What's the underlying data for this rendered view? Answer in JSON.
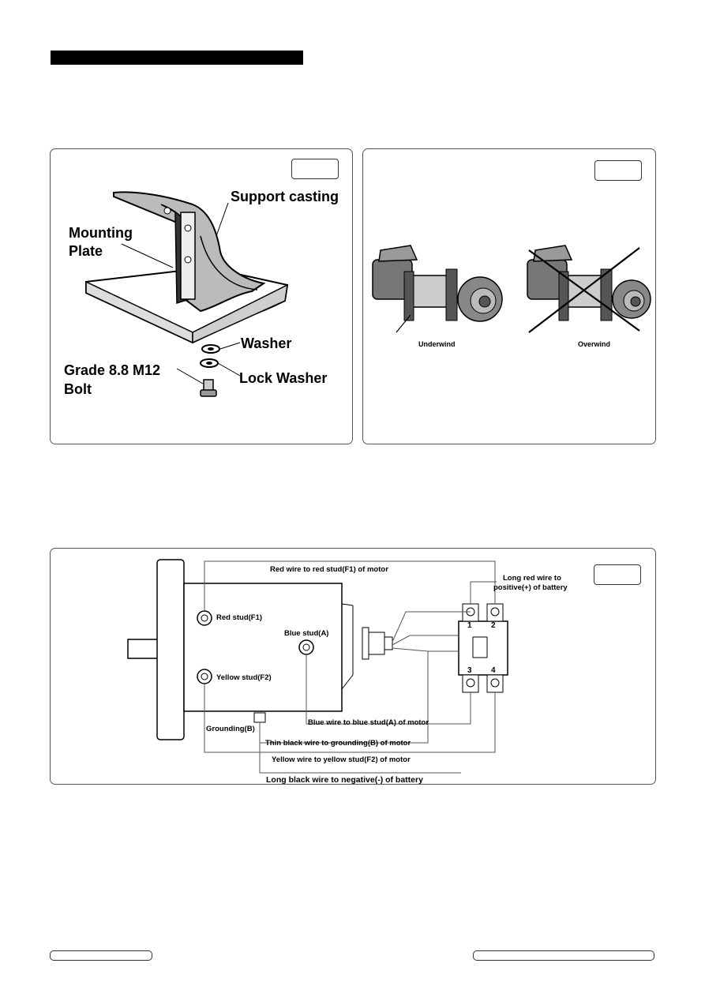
{
  "figure1": {
    "labels": {
      "support_casting": "Support casting",
      "mounting_plate_line1": "Mounting",
      "mounting_plate_line2": "Plate",
      "washer": "Washer",
      "lock_washer": "Lock Washer",
      "bolt_line1": "Grade 8.8 M12",
      "bolt_line2": "Bolt"
    }
  },
  "figure2": {
    "underwind": "Underwind",
    "overwind": "Overwind"
  },
  "figure3": {
    "red_wire": "Red wire to red stud(F1) of motor",
    "long_red_line1": "Long red wire to",
    "long_red_line2": "positive(+) of battery",
    "red_stud": "Red stud(F1)",
    "blue_stud": "Blue stud(A)",
    "yellow_stud": "Yellow stud(F2)",
    "grounding": "Grounding(B)",
    "blue_wire": "Blue wire to blue stud(A) of motor",
    "thin_black": "Thin black wire to grounding(B) of motor",
    "yellow_wire": "Yellow wire to yellow stud(F2) of motor",
    "long_black": "Long black wire to negative(-) of battery",
    "terminal_1": "1",
    "terminal_2": "2",
    "terminal_3": "3",
    "terminal_4": "4"
  }
}
